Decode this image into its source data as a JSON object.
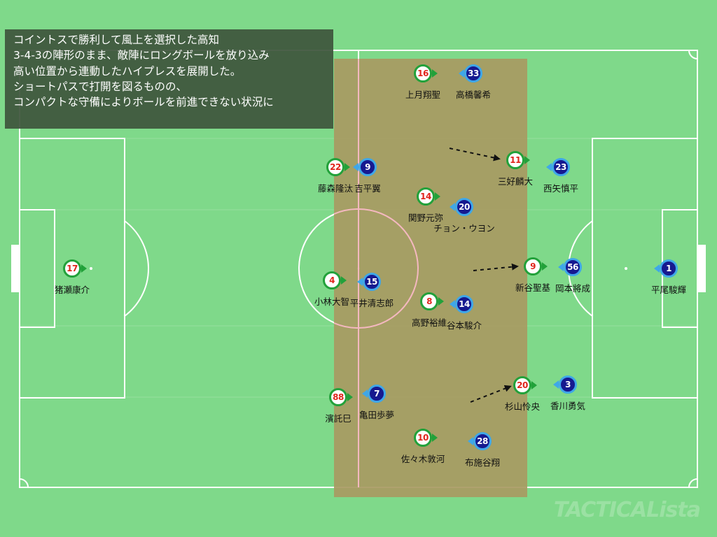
{
  "caption": {
    "lines": [
      "コイントスで勝利して風上を選択した高知",
      "3-4-3の陣形のまま、敵陣にロングボールを放り込み",
      "高い位置から連動したハイプレスを展開した。",
      "ショートパスで打開を図るものの、",
      "コンパクトな守備によりボールを前進できない状況に"
    ]
  },
  "red_players": [
    {
      "number": "16",
      "name": "上月翔聖"
    },
    {
      "number": "22",
      "name": "藤森隆汰"
    },
    {
      "number": "14",
      "name": "関野元弥"
    },
    {
      "number": "11",
      "name": "三好麟大"
    },
    {
      "number": "17",
      "name": "猪瀬康介"
    },
    {
      "number": "4",
      "name": "小林大智"
    },
    {
      "number": "8",
      "name": "高野裕維"
    },
    {
      "number": "9",
      "name": "新谷聖基"
    },
    {
      "number": "88",
      "name": "濱託巳"
    },
    {
      "number": "10",
      "name": "佐々木敦河"
    },
    {
      "number": "20",
      "name": "杉山怜央"
    }
  ],
  "blue_players": [
    {
      "number": "33",
      "name": "高橋馨希"
    },
    {
      "number": "9",
      "name": "吉平翼"
    },
    {
      "number": "20",
      "name": "チョン・ウヨン"
    },
    {
      "number": "23",
      "name": "西矢慎平"
    },
    {
      "number": "15",
      "name": "平井清志郎"
    },
    {
      "number": "14",
      "name": "谷本駿介"
    },
    {
      "number": "56",
      "name": "岡本將成"
    },
    {
      "number": "1",
      "name": "平尾駿輝"
    },
    {
      "number": "7",
      "name": "亀田歩夢"
    },
    {
      "number": "28",
      "name": "布施谷翔"
    },
    {
      "number": "3",
      "name": "香川勇気"
    }
  ],
  "watermark": "TACTICALista",
  "colors": {
    "pitch": "#7fd98a",
    "press_zone": "#a89a62",
    "red_team_ring": "#22a13a",
    "red_team_number": "#e0241b",
    "blue_team_fill": "#16198f",
    "blue_team_ring": "#3fa7e8"
  }
}
